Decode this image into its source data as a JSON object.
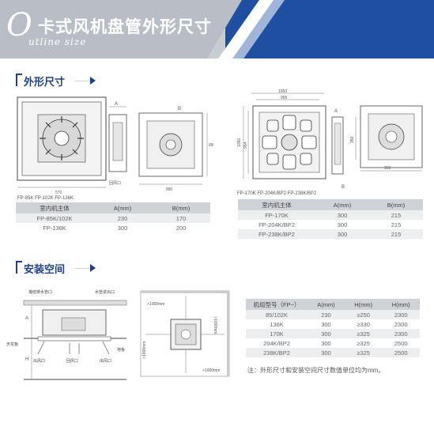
{
  "header": {
    "logo_letter": "O",
    "logo_sub": "utline size",
    "title": "卡式风机盘管外形尺寸"
  },
  "section_outline": {
    "title": "外形尺寸"
  },
  "section_install": {
    "title": "安装空间"
  },
  "drawing_left": {
    "dim_a": "A",
    "dim_b": "B",
    "caption": "FP-85K  FP-102K FP-136K",
    "port_label": "回风口"
  },
  "drawing_right": {
    "dim_top1": "1050",
    "dim_top2": "905",
    "dim_side1": "1050",
    "dim_side2": "954",
    "dim_bottom": "950",
    "dim_a": "A",
    "dim_b": "B",
    "dim_350": "350",
    "caption": "FP-170K  FP-204K/BP2  FP-238K/BP2"
  },
  "table_left": {
    "headers": [
      "室内机主体",
      "A(mm)",
      "B(mm)"
    ],
    "rows": [
      [
        "FP-85K/102K",
        "230",
        "170"
      ],
      [
        "FP-136K",
        "300",
        "200"
      ]
    ]
  },
  "table_right": {
    "headers": [
      "室内机主体",
      "A(mm)",
      "B(mm)"
    ],
    "rows": [
      [
        "FP-170K",
        "300",
        "215"
      ],
      [
        "FP-204K/BP2",
        "300",
        "215"
      ],
      [
        "FP-238K/BP2",
        "300",
        "215"
      ]
    ]
  },
  "install_drawing": {
    "label_drain_outlet": "凝结排水管口",
    "label_water_inlet": "水管进出口",
    "label_ceiling": "天花板",
    "label_supply1": "出风口",
    "label_return": "回风口",
    "label_supply2": "出风口",
    "label_floor": "地板",
    "label_h": "H",
    "label_a": "A",
    "gap_top": ">1000mm",
    "gap_right": ">1000mm",
    "gap_bottom": ">1000mm",
    "gap_left": ">1000mm"
  },
  "table_install": {
    "headers": [
      "机组型号（FP~）",
      "A(mm)",
      "H(mm)",
      "H(mm)"
    ],
    "rows": [
      [
        "85/102K",
        "230",
        "≥250",
        "2300"
      ],
      [
        "136K",
        "300",
        "≥330",
        "2300"
      ],
      [
        "170K",
        "300",
        "≥325",
        "2300"
      ],
      [
        "204K/BP2",
        "300",
        "≥325",
        "2500"
      ],
      [
        "238K/BP2",
        "300",
        "≥325",
        "2500"
      ]
    ]
  },
  "note": "注：外形尺寸和安装空间尺寸数值单位均为mm。"
}
